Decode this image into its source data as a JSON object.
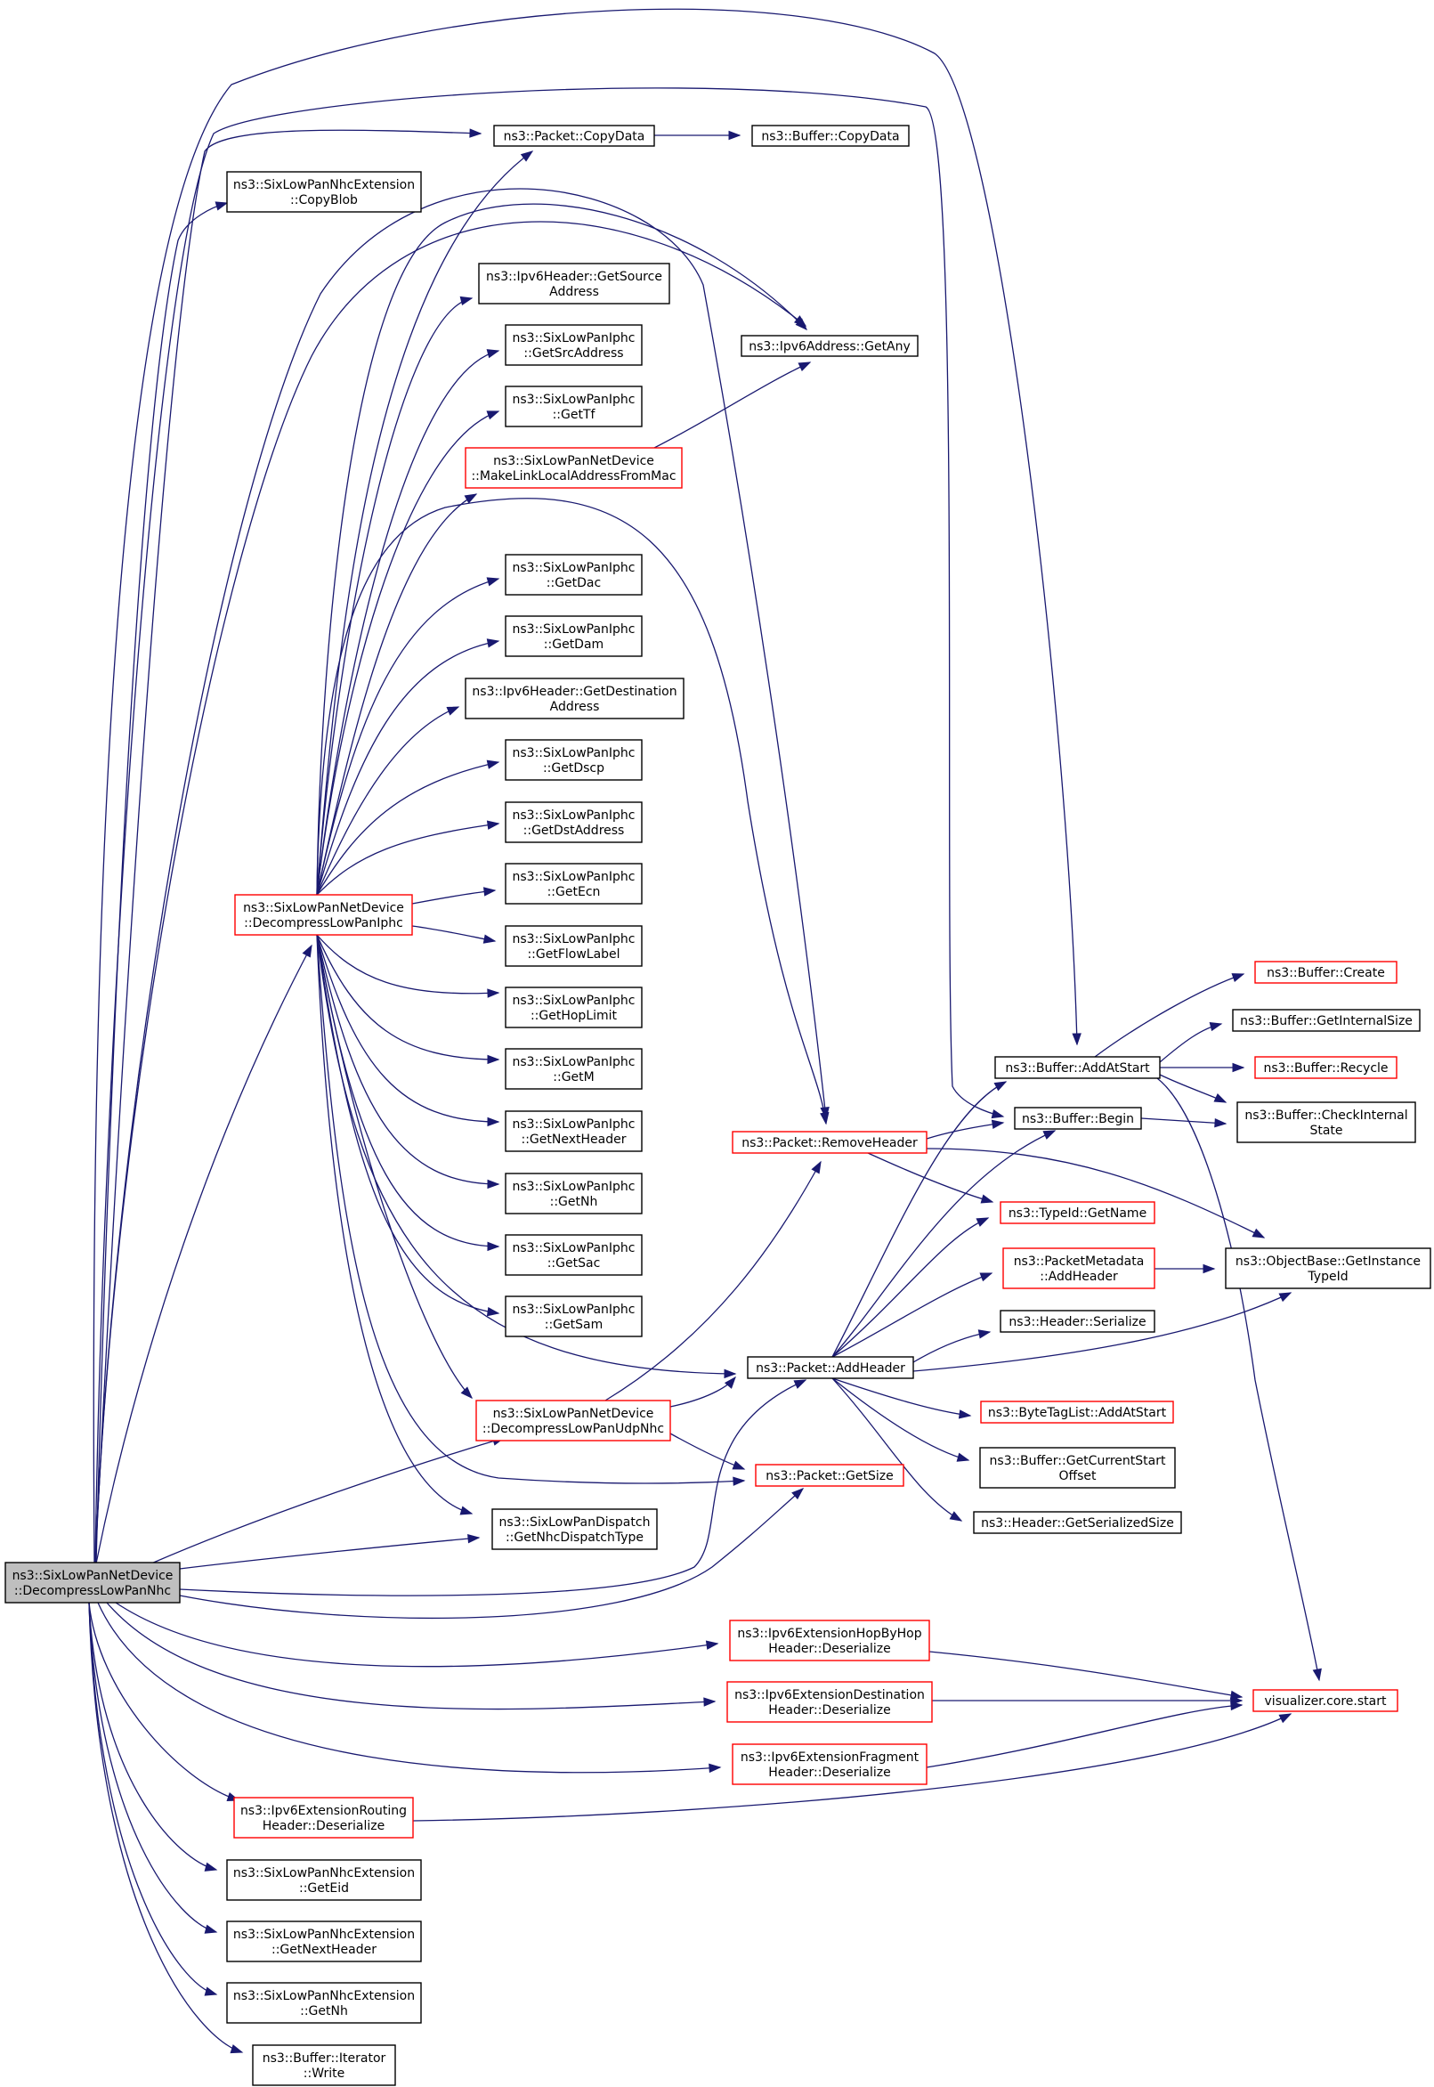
{
  "colors": {
    "edge": "#191970",
    "node_border_plain": "#000000",
    "node_border_truncated": "#ff0000",
    "root_fill": "#bfbfbf",
    "node_fill": "#ffffff"
  },
  "nodes": [
    {
      "id": "root",
      "kind": "root",
      "lines": [
        "ns3::SixLowPanNetDevice",
        "::DecompressLowPanNhc"
      ]
    },
    {
      "id": "n_copydata",
      "kind": "plain",
      "lines": [
        "ns3::Packet::CopyData"
      ]
    },
    {
      "id": "n_buf_copydata",
      "kind": "plain",
      "lines": [
        "ns3::Buffer::CopyData"
      ]
    },
    {
      "id": "n_copyblob",
      "kind": "plain",
      "lines": [
        "ns3::SixLowPanNhcExtension",
        "::CopyBlob"
      ]
    },
    {
      "id": "n_getsrcaddr6",
      "kind": "plain",
      "lines": [
        "ns3::Ipv6Header::GetSource",
        "Address"
      ]
    },
    {
      "id": "n_getany",
      "kind": "plain",
      "lines": [
        "ns3::Ipv6Address::GetAny"
      ]
    },
    {
      "id": "n_iphc_getsrcaddr",
      "kind": "plain",
      "lines": [
        "ns3::SixLowPanIphc",
        "::GetSrcAddress"
      ]
    },
    {
      "id": "n_iphc_gettf",
      "kind": "plain",
      "lines": [
        "ns3::SixLowPanIphc",
        "::GetTf"
      ]
    },
    {
      "id": "n_makelinklocal",
      "kind": "red",
      "lines": [
        "ns3::SixLowPanNetDevice",
        "::MakeLinkLocalAddressFromMac"
      ]
    },
    {
      "id": "n_iphc_getdac",
      "kind": "plain",
      "lines": [
        "ns3::SixLowPanIphc",
        "::GetDac"
      ]
    },
    {
      "id": "n_iphc_getdam",
      "kind": "plain",
      "lines": [
        "ns3::SixLowPanIphc",
        "::GetDam"
      ]
    },
    {
      "id": "n_getdstaddr6",
      "kind": "plain",
      "lines": [
        "ns3::Ipv6Header::GetDestination",
        "Address"
      ]
    },
    {
      "id": "n_iphc_getdscp",
      "kind": "plain",
      "lines": [
        "ns3::SixLowPanIphc",
        "::GetDscp"
      ]
    },
    {
      "id": "n_iphc_getdstaddr",
      "kind": "plain",
      "lines": [
        "ns3::SixLowPanIphc",
        "::GetDstAddress"
      ]
    },
    {
      "id": "n_decompiphc",
      "kind": "red",
      "lines": [
        "ns3::SixLowPanNetDevice",
        "::DecompressLowPanIphc"
      ]
    },
    {
      "id": "n_iphc_getecn",
      "kind": "plain",
      "lines": [
        "ns3::SixLowPanIphc",
        "::GetEcn"
      ]
    },
    {
      "id": "n_iphc_getflowlabel",
      "kind": "plain",
      "lines": [
        "ns3::SixLowPanIphc",
        "::GetFlowLabel"
      ]
    },
    {
      "id": "n_iphc_gethoplimit",
      "kind": "plain",
      "lines": [
        "ns3::SixLowPanIphc",
        "::GetHopLimit"
      ]
    },
    {
      "id": "n_iphc_getm",
      "kind": "plain",
      "lines": [
        "ns3::SixLowPanIphc",
        "::GetM"
      ]
    },
    {
      "id": "n_iphc_getnextheader",
      "kind": "plain",
      "lines": [
        "ns3::SixLowPanIphc",
        "::GetNextHeader"
      ]
    },
    {
      "id": "n_iphc_getnh",
      "kind": "plain",
      "lines": [
        "ns3::SixLowPanIphc",
        "::GetNh"
      ]
    },
    {
      "id": "n_iphc_getsac",
      "kind": "plain",
      "lines": [
        "ns3::SixLowPanIphc",
        "::GetSac"
      ]
    },
    {
      "id": "n_iphc_getsam",
      "kind": "plain",
      "lines": [
        "ns3::SixLowPanIphc",
        "::GetSam"
      ]
    },
    {
      "id": "n_removeheader",
      "kind": "red",
      "lines": [
        "ns3::Packet::RemoveHeader"
      ]
    },
    {
      "id": "n_buf_create",
      "kind": "red",
      "lines": [
        "ns3::Buffer::Create"
      ]
    },
    {
      "id": "n_buf_getinternalsize",
      "kind": "plain",
      "lines": [
        "ns3::Buffer::GetInternalSize"
      ]
    },
    {
      "id": "n_buf_addatstart",
      "kind": "plain",
      "lines": [
        "ns3::Buffer::AddAtStart"
      ]
    },
    {
      "id": "n_buf_recycle",
      "kind": "red",
      "lines": [
        "ns3::Buffer::Recycle"
      ]
    },
    {
      "id": "n_buf_begin",
      "kind": "plain",
      "lines": [
        "ns3::Buffer::Begin"
      ]
    },
    {
      "id": "n_buf_checkinternal",
      "kind": "plain",
      "lines": [
        "ns3::Buffer::CheckInternal",
        "State"
      ]
    },
    {
      "id": "n_typeid_getname",
      "kind": "red",
      "lines": [
        "ns3::TypeId::GetName"
      ]
    },
    {
      "id": "n_pktmeta_addheader",
      "kind": "red",
      "lines": [
        "ns3::PacketMetadata",
        "::AddHeader"
      ]
    },
    {
      "id": "n_objbase_getinstance",
      "kind": "plain",
      "lines": [
        "ns3::ObjectBase::GetInstance",
        "TypeId"
      ]
    },
    {
      "id": "n_header_serialize",
      "kind": "plain",
      "lines": [
        "ns3::Header::Serialize"
      ]
    },
    {
      "id": "n_addheader",
      "kind": "plain",
      "lines": [
        "ns3::Packet::AddHeader"
      ]
    },
    {
      "id": "n_decompudpnhc",
      "kind": "red",
      "lines": [
        "ns3::SixLowPanNetDevice",
        "::DecompressLowPanUdpNhc"
      ]
    },
    {
      "id": "n_bytetag_addatstart",
      "kind": "red",
      "lines": [
        "ns3::ByteTagList::AddAtStart"
      ]
    },
    {
      "id": "n_buf_getcurrentstart",
      "kind": "plain",
      "lines": [
        "ns3::Buffer::GetCurrentStart",
        "Offset"
      ]
    },
    {
      "id": "n_getsize",
      "kind": "red",
      "lines": [
        "ns3::Packet::GetSize"
      ]
    },
    {
      "id": "n_getnhcdispatch",
      "kind": "plain",
      "lines": [
        "ns3::SixLowPanDispatch",
        "::GetNhcDispatchType"
      ]
    },
    {
      "id": "n_header_getserializedsize",
      "kind": "plain",
      "lines": [
        "ns3::Header::GetSerializedSize"
      ]
    },
    {
      "id": "n_hopbyhop_deser",
      "kind": "red",
      "lines": [
        "ns3::Ipv6ExtensionHopByHop",
        "Header::Deserialize"
      ]
    },
    {
      "id": "n_destination_deser",
      "kind": "red",
      "lines": [
        "ns3::Ipv6ExtensionDestination",
        "Header::Deserialize"
      ]
    },
    {
      "id": "n_viz_start",
      "kind": "red",
      "lines": [
        "visualizer.core.start"
      ]
    },
    {
      "id": "n_fragment_deser",
      "kind": "red",
      "lines": [
        "ns3::Ipv6ExtensionFragment",
        "Header::Deserialize"
      ]
    },
    {
      "id": "n_routing_deser",
      "kind": "red",
      "lines": [
        "ns3::Ipv6ExtensionRouting",
        "Header::Deserialize"
      ]
    },
    {
      "id": "n_nhcext_geteid",
      "kind": "plain",
      "lines": [
        "ns3::SixLowPanNhcExtension",
        "::GetEid"
      ]
    },
    {
      "id": "n_nhcext_getnextheader",
      "kind": "plain",
      "lines": [
        "ns3::SixLowPanNhcExtension",
        "::GetNextHeader"
      ]
    },
    {
      "id": "n_nhcext_getnh",
      "kind": "plain",
      "lines": [
        "ns3::SixLowPanNhcExtension",
        "::GetNh"
      ]
    },
    {
      "id": "n_iter_write",
      "kind": "plain",
      "lines": [
        "ns3::Buffer::Iterator",
        "::Write"
      ]
    }
  ],
  "edges": [
    {
      "id": "e1",
      "from": "root",
      "to": "n_copydata"
    },
    {
      "id": "e2",
      "from": "root",
      "to": "n_copyblob"
    },
    {
      "id": "e3",
      "from": "root",
      "to": "n_buf_addatstart"
    },
    {
      "id": "e4",
      "from": "root",
      "to": "n_buf_begin"
    },
    {
      "id": "e5",
      "from": "root",
      "to": "n_getany"
    },
    {
      "id": "e6",
      "from": "root",
      "to": "n_removeheader"
    },
    {
      "id": "e7",
      "from": "root",
      "to": "n_decompiphc"
    },
    {
      "id": "e8",
      "from": "root",
      "to": "n_decompudpnhc"
    },
    {
      "id": "e9",
      "from": "root",
      "to": "n_getnhcdispatch"
    },
    {
      "id": "e10",
      "from": "root",
      "to": "n_addheader"
    },
    {
      "id": "e11",
      "from": "root",
      "to": "n_getsize"
    },
    {
      "id": "e12",
      "from": "root",
      "to": "n_hopbyhop_deser"
    },
    {
      "id": "e13",
      "from": "root",
      "to": "n_destination_deser"
    },
    {
      "id": "e14",
      "from": "root",
      "to": "n_fragment_deser"
    },
    {
      "id": "e15",
      "from": "root",
      "to": "n_routing_deser"
    },
    {
      "id": "e16",
      "from": "root",
      "to": "n_nhcext_geteid"
    },
    {
      "id": "e17",
      "from": "root",
      "to": "n_nhcext_getnextheader"
    },
    {
      "id": "e18",
      "from": "root",
      "to": "n_nhcext_getnh"
    },
    {
      "id": "e19",
      "from": "root",
      "to": "n_iter_write"
    },
    {
      "id": "e20",
      "from": "n_copydata",
      "to": "n_buf_copydata"
    },
    {
      "id": "e21",
      "from": "n_makelinklocal",
      "to": "n_getany"
    },
    {
      "id": "e22",
      "from": "n_decompiphc",
      "to": "n_copydata"
    },
    {
      "id": "e23",
      "from": "n_decompiphc",
      "to": "n_getsrcaddr6"
    },
    {
      "id": "e24",
      "from": "n_decompiphc",
      "to": "n_getany"
    },
    {
      "id": "e25",
      "from": "n_decompiphc",
      "to": "n_iphc_getsrcaddr"
    },
    {
      "id": "e26",
      "from": "n_decompiphc",
      "to": "n_iphc_gettf"
    },
    {
      "id": "e27",
      "from": "n_decompiphc",
      "to": "n_makelinklocal"
    },
    {
      "id": "e28",
      "from": "n_decompiphc",
      "to": "n_removeheader"
    },
    {
      "id": "e29",
      "from": "n_decompiphc",
      "to": "n_iphc_getdac"
    },
    {
      "id": "e30",
      "from": "n_decompiphc",
      "to": "n_iphc_getdam"
    },
    {
      "id": "e31",
      "from": "n_decompiphc",
      "to": "n_getdstaddr6"
    },
    {
      "id": "e32",
      "from": "n_decompiphc",
      "to": "n_iphc_getdscp"
    },
    {
      "id": "e33",
      "from": "n_decompiphc",
      "to": "n_iphc_getdstaddr"
    },
    {
      "id": "e34",
      "from": "n_decompiphc",
      "to": "n_iphc_getecn"
    },
    {
      "id": "e35",
      "from": "n_decompiphc",
      "to": "n_iphc_getflowlabel"
    },
    {
      "id": "e36",
      "from": "n_decompiphc",
      "to": "n_iphc_gethoplimit"
    },
    {
      "id": "e37",
      "from": "n_decompiphc",
      "to": "n_iphc_getm"
    },
    {
      "id": "e38",
      "from": "n_decompiphc",
      "to": "n_iphc_getnextheader"
    },
    {
      "id": "e39",
      "from": "n_decompiphc",
      "to": "n_iphc_getnh"
    },
    {
      "id": "e40",
      "from": "n_decompiphc",
      "to": "n_iphc_getsac"
    },
    {
      "id": "e41",
      "from": "n_decompiphc",
      "to": "n_iphc_getsam"
    },
    {
      "id": "e42",
      "from": "n_decompiphc",
      "to": "n_addheader"
    },
    {
      "id": "e43",
      "from": "n_decompiphc",
      "to": "n_decompudpnhc"
    },
    {
      "id": "e44",
      "from": "n_decompiphc",
      "to": "n_getsize"
    },
    {
      "id": "e45",
      "from": "n_decompiphc",
      "to": "n_getnhcdispatch"
    },
    {
      "id": "e46",
      "from": "n_decompudpnhc",
      "to": "n_removeheader"
    },
    {
      "id": "e47",
      "from": "n_decompudpnhc",
      "to": "n_addheader"
    },
    {
      "id": "e48",
      "from": "n_decompudpnhc",
      "to": "n_getsize"
    },
    {
      "id": "e49",
      "from": "n_removeheader",
      "to": "n_buf_begin"
    },
    {
      "id": "e50",
      "from": "n_removeheader",
      "to": "n_typeid_getname"
    },
    {
      "id": "e51",
      "from": "n_removeheader",
      "to": "n_objbase_getinstance"
    },
    {
      "id": "e52",
      "from": "n_addheader",
      "to": "n_buf_addatstart"
    },
    {
      "id": "e53",
      "from": "n_addheader",
      "to": "n_buf_begin"
    },
    {
      "id": "e54",
      "from": "n_addheader",
      "to": "n_typeid_getname"
    },
    {
      "id": "e55",
      "from": "n_addheader",
      "to": "n_pktmeta_addheader"
    },
    {
      "id": "e56",
      "from": "n_addheader",
      "to": "n_header_serialize"
    },
    {
      "id": "e57",
      "from": "n_addheader",
      "to": "n_objbase_getinstance"
    },
    {
      "id": "e58",
      "from": "n_addheader",
      "to": "n_bytetag_addatstart"
    },
    {
      "id": "e59",
      "from": "n_addheader",
      "to": "n_buf_getcurrentstart"
    },
    {
      "id": "e60",
      "from": "n_addheader",
      "to": "n_header_getserializedsize"
    },
    {
      "id": "e61",
      "from": "n_buf_addatstart",
      "to": "n_buf_create"
    },
    {
      "id": "e62",
      "from": "n_buf_addatstart",
      "to": "n_buf_getinternalsize"
    },
    {
      "id": "e63",
      "from": "n_buf_addatstart",
      "to": "n_buf_recycle"
    },
    {
      "id": "e64",
      "from": "n_buf_addatstart",
      "to": "n_buf_checkinternal"
    },
    {
      "id": "e65",
      "from": "n_buf_addatstart",
      "to": "n_viz_start"
    },
    {
      "id": "e66",
      "from": "n_buf_begin",
      "to": "n_buf_checkinternal"
    },
    {
      "id": "e67",
      "from": "n_pktmeta_addheader",
      "to": "n_objbase_getinstance"
    },
    {
      "id": "e68",
      "from": "n_hopbyhop_deser",
      "to": "n_viz_start"
    },
    {
      "id": "e69",
      "from": "n_destination_deser",
      "to": "n_viz_start"
    },
    {
      "id": "e70",
      "from": "n_fragment_deser",
      "to": "n_viz_start"
    },
    {
      "id": "e71",
      "from": "n_routing_deser",
      "to": "n_viz_start"
    }
  ]
}
